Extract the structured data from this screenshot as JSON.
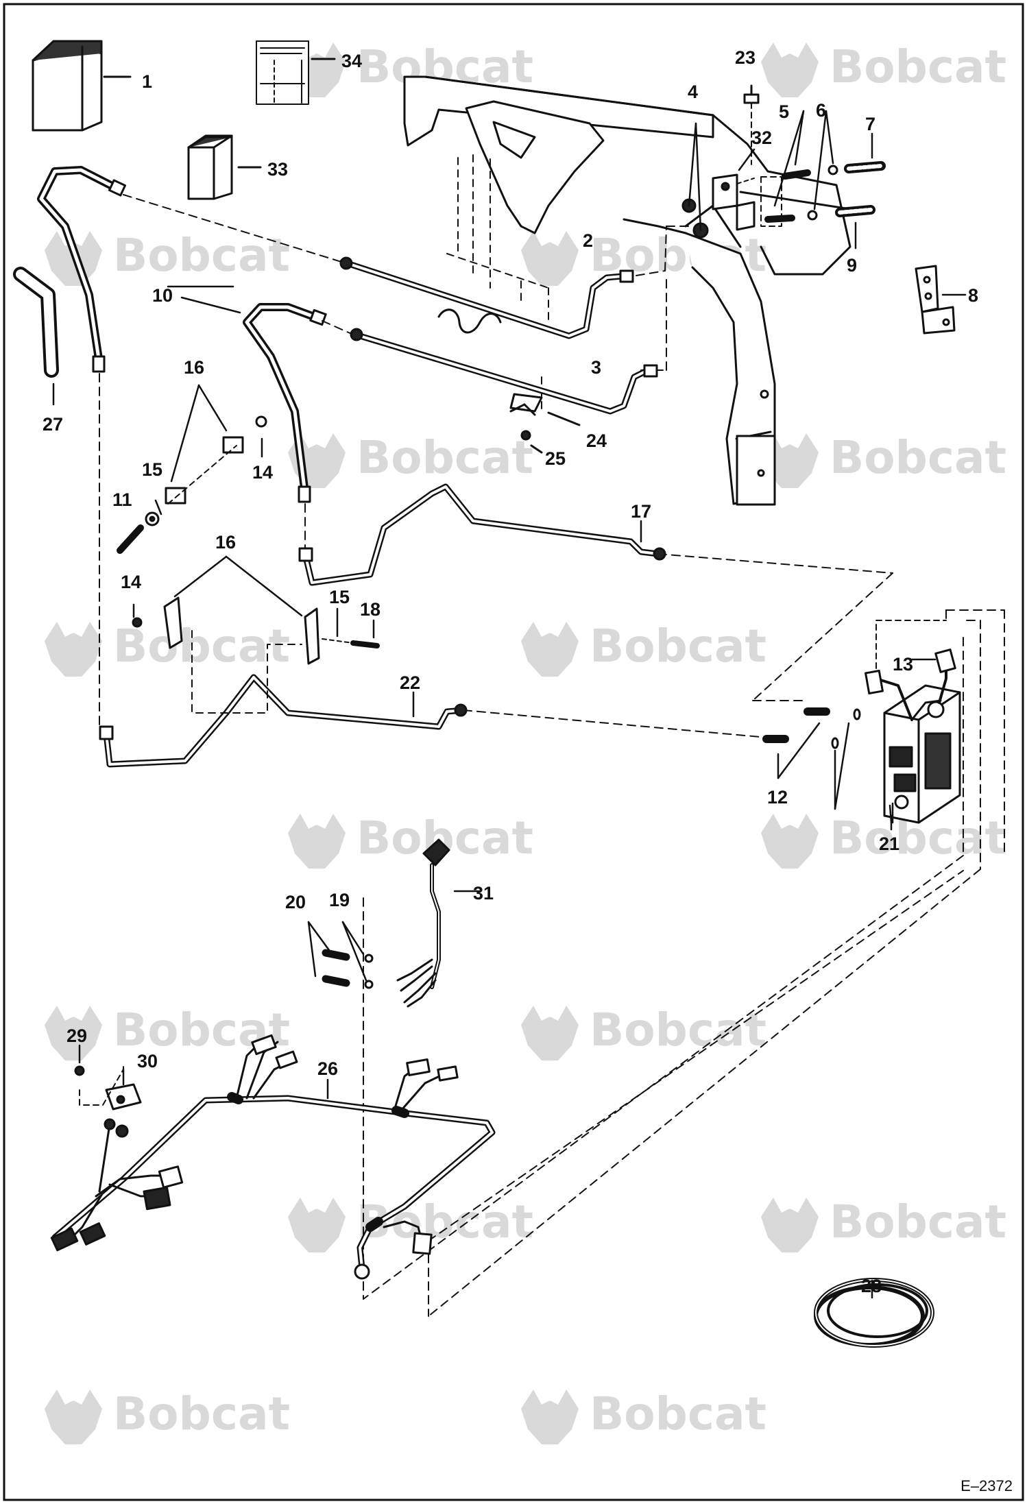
{
  "drawing_ref": "E–2372",
  "watermark_text": "Bobcat",
  "callouts": [
    "1",
    "2",
    "3",
    "4",
    "5",
    "6",
    "7",
    "8",
    "9",
    "10",
    "11",
    "12",
    "13",
    "14",
    "15",
    "16",
    "17",
    "18",
    "19",
    "20",
    "21",
    "22",
    "23",
    "24",
    "25",
    "26",
    "27",
    "28",
    "29",
    "30",
    "31",
    "32",
    "33",
    "34"
  ],
  "colors": {
    "line": "#111111",
    "watermark": "#d9d9d9",
    "background": "#ffffff"
  }
}
